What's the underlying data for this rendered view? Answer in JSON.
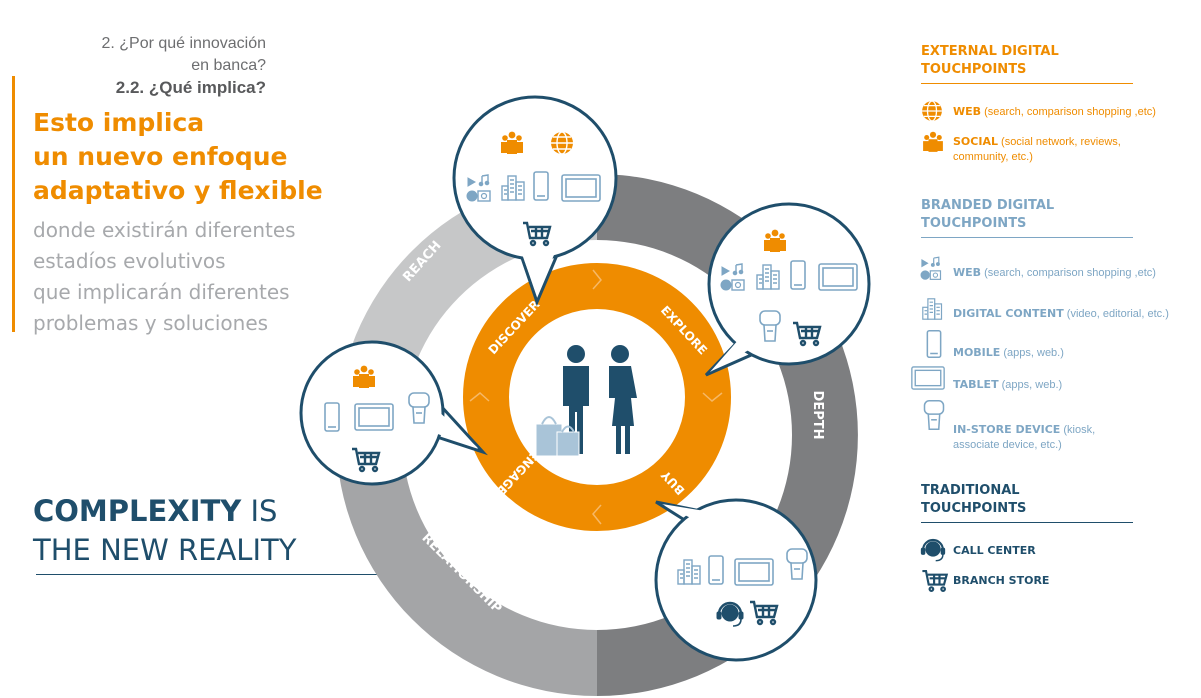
{
  "header": {
    "crumb_line1": "2. ¿Por qué innovación",
    "crumb_line2": "en  banca?",
    "crumb_sub": "2.2. ¿Qué implica?"
  },
  "headline": [
    "Esto implica",
    "un nuevo enfoque",
    "adaptativo y flexible"
  ],
  "subline": [
    "donde existirán diferentes",
    "estadíos evolutivos",
    "que implicarán diferentes",
    "problemas y soluciones"
  ],
  "complexity": {
    "strong": "COMPLEXITY",
    "rest": " IS",
    "line2": "THE NEW REALITY"
  },
  "wheel": {
    "inner_labels": [
      "DISCOVER",
      "EXPLORE",
      "BUY",
      "ENGAGE"
    ],
    "outer_labels": [
      "REACH",
      "DEPTH",
      "RELATIONSHIP"
    ]
  },
  "legend": {
    "external": {
      "title_1": "EXTERNAL DIGITAL",
      "title_2": "TOUCHPOINTS",
      "items": [
        {
          "icon": "globe-icon",
          "name": "WEB",
          "detail": " (search, comparison shopping ,etc)"
        },
        {
          "icon": "people-icon",
          "name": "SOCIAL",
          "detail": " (social network, reviews,",
          "detail2": "community, etc.)"
        }
      ]
    },
    "branded": {
      "title_1": "BRANDED DIGITAL",
      "title_2": "TOUCHPOINTS",
      "items": [
        {
          "icon": "media-icon",
          "name": "WEB",
          "detail": " (search, comparison shopping ,etc)"
        },
        {
          "icon": "building-icon",
          "name": "DIGITAL CONTENT",
          "detail": " (video, editorial, etc.)"
        },
        {
          "icon": "mobile-icon",
          "name": "MOBILE",
          "detail": " (apps, web.)"
        },
        {
          "icon": "tablet-icon",
          "name": "TABLET",
          "detail": " (apps, web.)"
        },
        {
          "icon": "kiosk-icon",
          "name": "IN-STORE DEVICE",
          "detail": " (kiosk,",
          "detail2": "associate device, etc.)"
        }
      ]
    },
    "traditional": {
      "title_1": "TRADITIONAL",
      "title_2": "TOUCHPOINTS",
      "items": [
        {
          "icon": "headset-icon",
          "name": "CALL CENTER"
        },
        {
          "icon": "cart-icon",
          "name": "BRANCH STORE"
        }
      ]
    }
  },
  "colors": {
    "orange": "#ef8c00",
    "navy": "#1f4e6b",
    "light_blue": "#7ea6c4",
    "grey_light": "#c6c7c8",
    "grey_mid": "#a4a5a7",
    "grey_dark": "#7d7e80"
  }
}
